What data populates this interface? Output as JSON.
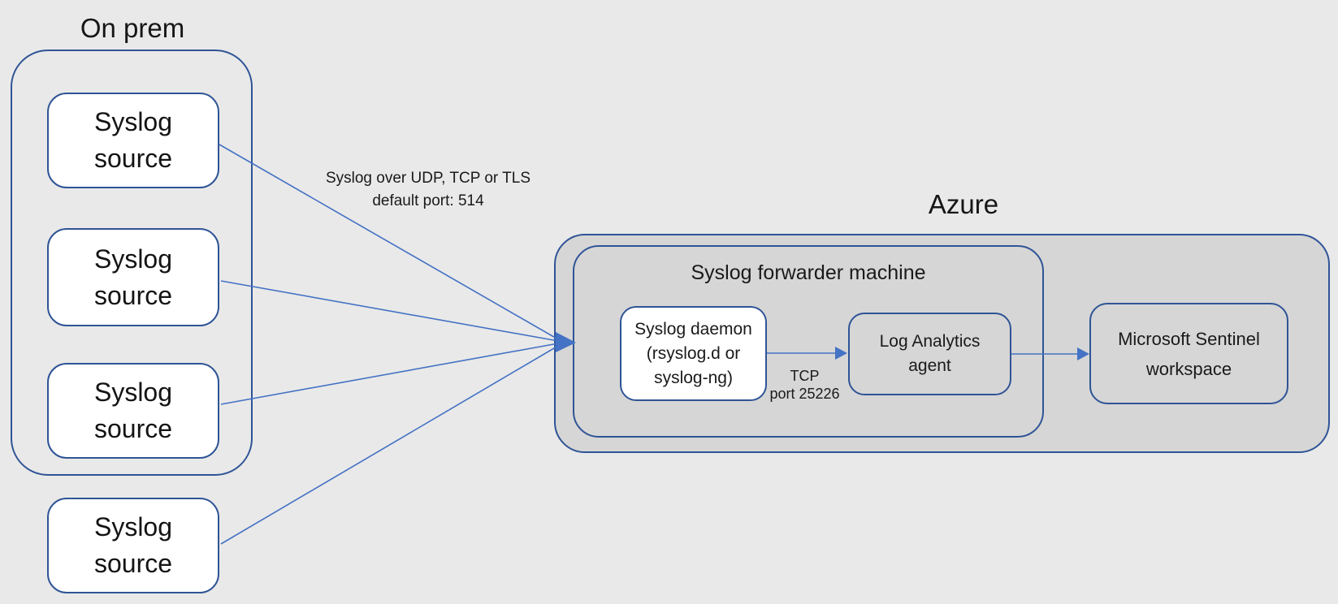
{
  "colors": {
    "background": "#e9e9e9",
    "azure_fill": "#d6d6d6",
    "node_fill": "#ffffff",
    "border_blue": "#2f5496",
    "connector_blue": "#4472c4",
    "text": "#1a1a1a"
  },
  "on_prem": {
    "title": "On prem",
    "sources": [
      {
        "line1": "Syslog",
        "line2": "source"
      },
      {
        "line1": "Syslog",
        "line2": "source"
      },
      {
        "line1": "Syslog",
        "line2": "source"
      },
      {
        "line1": "Syslog",
        "line2": "source"
      }
    ]
  },
  "connection": {
    "protocol_label": "Syslog over UDP, TCP or TLS",
    "port_label": "default port: 514"
  },
  "azure": {
    "title": "Azure",
    "forwarder": {
      "title": "Syslog forwarder machine",
      "daemon": {
        "line1": "Syslog daemon",
        "line2": "(rsyslog.d or",
        "line3": "syslog-ng)"
      },
      "daemon_to_agent": {
        "line1": "TCP",
        "line2": "port 25226"
      },
      "agent": {
        "line1": "Log Analytics",
        "line2": "agent"
      }
    },
    "sentinel": {
      "line1": "Microsoft Sentinel",
      "line2": "workspace"
    }
  }
}
